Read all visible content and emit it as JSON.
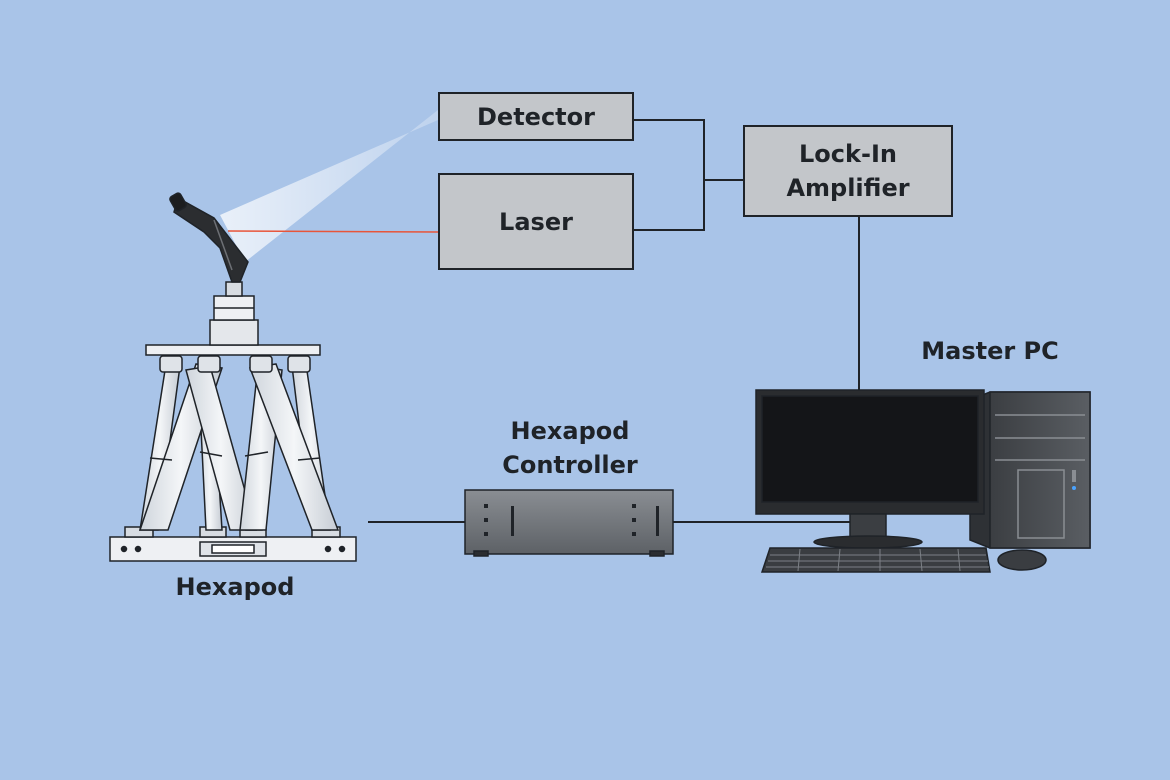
{
  "boxes": {
    "detector": "Detector",
    "laser": "Laser",
    "lockin_line1": "Lock-In",
    "lockin_line2": "Amplifier"
  },
  "labels": {
    "hexapod": "Hexapod",
    "controller_line1": "Hexapod",
    "controller_line2": "Controller",
    "master_pc": "Master PC"
  },
  "colors": {
    "background": "#a9c4e8",
    "box_fill": "#c3c6ca",
    "line": "#1f2328",
    "laser_beam": "#e8553a",
    "hexapod_metal": "#e7eaee",
    "device_gray": "#6f7378",
    "screen": "#141518"
  },
  "icons": {
    "hexapod": "hexapod-stage-icon",
    "probe": "probe-head-icon",
    "controller": "controller-unit-icon",
    "monitor": "monitor-icon",
    "tower": "pc-tower-icon",
    "keyboard": "keyboard-icon",
    "mouse": "mouse-icon"
  }
}
